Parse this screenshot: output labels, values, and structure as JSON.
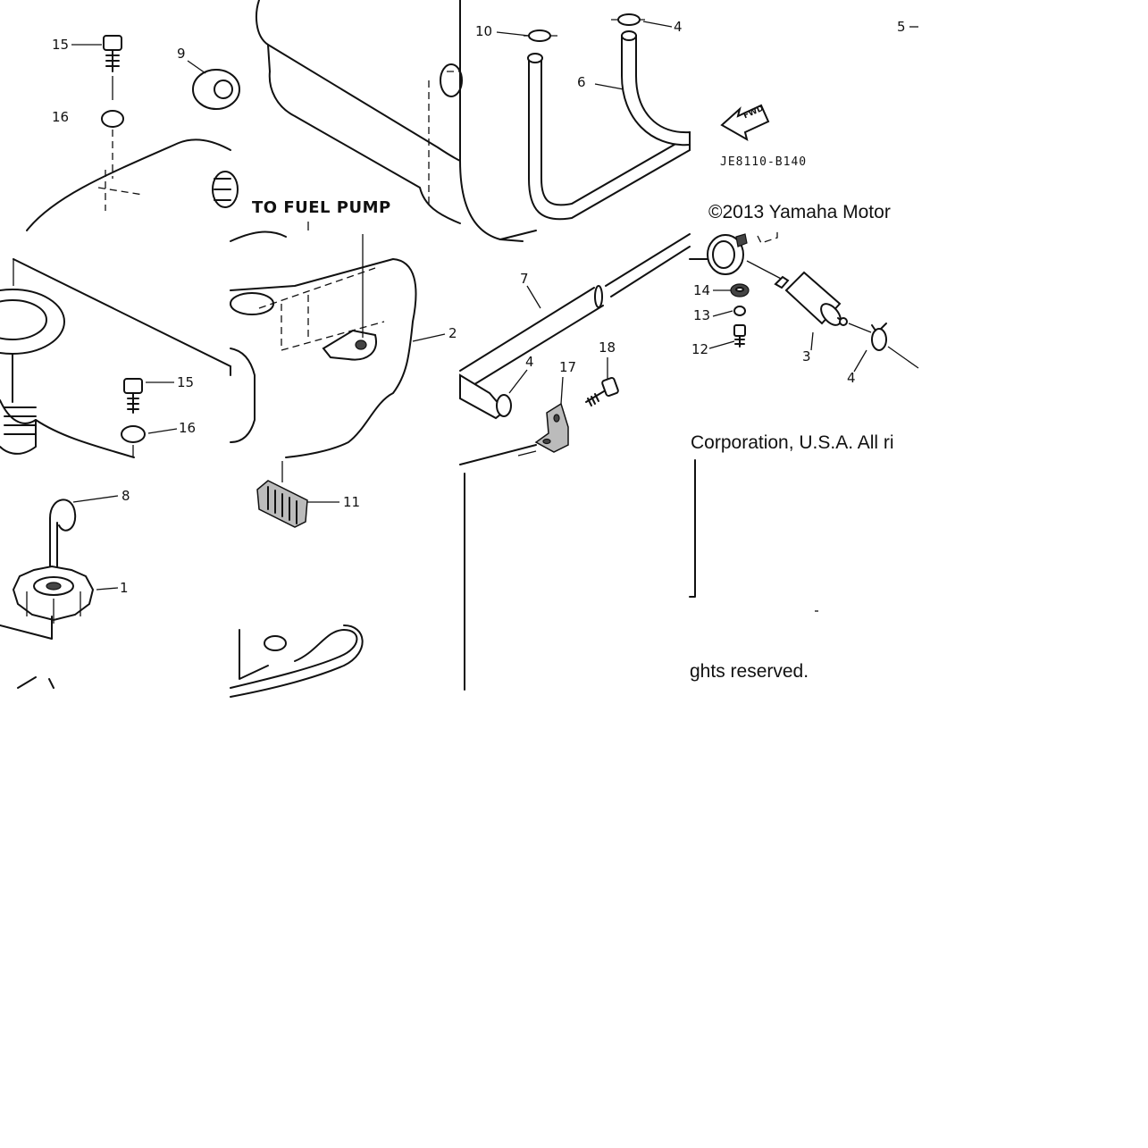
{
  "diagram": {
    "heading": "TO FUEL PUMP",
    "part_code": "JE8110-B140",
    "fwd_arrow_text": "FWD",
    "copyright": {
      "line1": "©2013 Yamaha Motor",
      "line2": "Corporation, U.S.A. All ri",
      "line3": "ghts reserved."
    },
    "callouts": [
      {
        "id": "c15a",
        "text": "15"
      },
      {
        "id": "c9",
        "text": "9"
      },
      {
        "id": "c16a",
        "text": "16"
      },
      {
        "id": "c15b",
        "text": "15"
      },
      {
        "id": "c16b",
        "text": "16"
      },
      {
        "id": "c8",
        "text": "8"
      },
      {
        "id": "c1",
        "text": "1"
      },
      {
        "id": "c2",
        "text": "2"
      },
      {
        "id": "c11",
        "text": "11"
      },
      {
        "id": "c10",
        "text": "10"
      },
      {
        "id": "c4a",
        "text": "4"
      },
      {
        "id": "c6",
        "text": "6"
      },
      {
        "id": "c5",
        "text": "5"
      },
      {
        "id": "c7",
        "text": "7"
      },
      {
        "id": "c4b",
        "text": "4"
      },
      {
        "id": "c17",
        "text": "17"
      },
      {
        "id": "c18",
        "text": "18"
      },
      {
        "id": "c14",
        "text": "14"
      },
      {
        "id": "c13",
        "text": "13"
      },
      {
        "id": "c12",
        "text": "12"
      },
      {
        "id": "c3",
        "text": "3"
      },
      {
        "id": "c4c",
        "text": "4"
      }
    ]
  }
}
